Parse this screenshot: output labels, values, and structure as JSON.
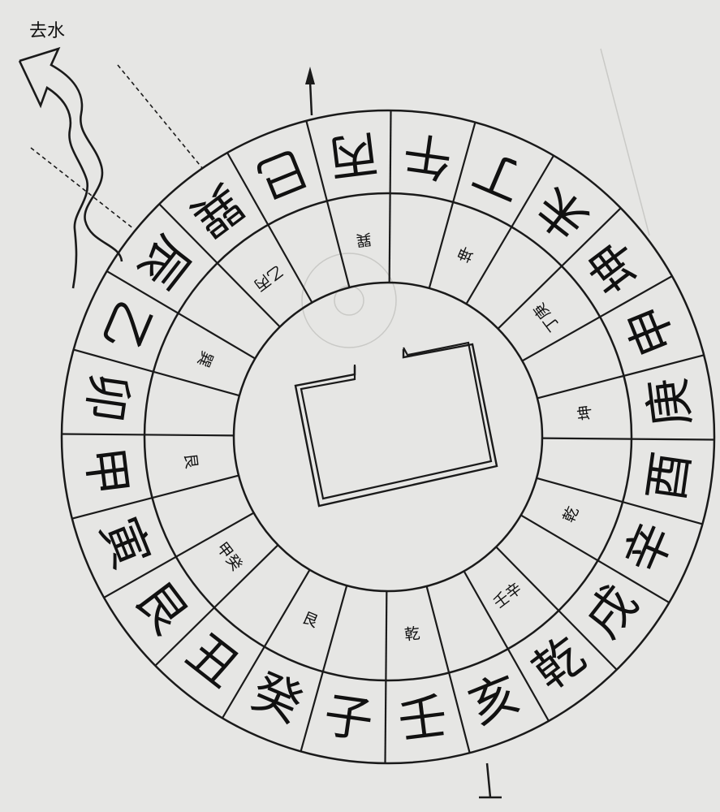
{
  "water_label": "去水",
  "outer_ring": [
    {
      "label": "午"
    },
    {
      "label": "丁"
    },
    {
      "label": "未"
    },
    {
      "label": "坤"
    },
    {
      "label": "申"
    },
    {
      "label": "庚"
    },
    {
      "label": "酉"
    },
    {
      "label": "辛"
    },
    {
      "label": "戌"
    },
    {
      "label": "乾"
    },
    {
      "label": "亥"
    },
    {
      "label": "壬"
    },
    {
      "label": "子"
    },
    {
      "label": "癸"
    },
    {
      "label": "丑"
    },
    {
      "label": "艮"
    },
    {
      "label": "寅"
    },
    {
      "label": "甲"
    },
    {
      "label": "卯"
    },
    {
      "label": "乙"
    },
    {
      "label": "辰"
    },
    {
      "label": "巽"
    },
    {
      "label": "巳"
    },
    {
      "label": "丙"
    }
  ],
  "inner_ring": [
    {
      "label": ""
    },
    {
      "label": "坤"
    },
    {
      "label": ""
    },
    {
      "label": "丁庚"
    },
    {
      "label": ""
    },
    {
      "label": "坤"
    },
    {
      "label": ""
    },
    {
      "label": "乾"
    },
    {
      "label": ""
    },
    {
      "label": "壬辛"
    },
    {
      "label": ""
    },
    {
      "label": "乾"
    },
    {
      "label": ""
    },
    {
      "label": "艮"
    },
    {
      "label": ""
    },
    {
      "label": "甲癸"
    },
    {
      "label": ""
    },
    {
      "label": "艮"
    },
    {
      "label": ""
    },
    {
      "label": "巽"
    },
    {
      "label": ""
    },
    {
      "label": "乙丙"
    },
    {
      "label": ""
    },
    {
      "label": "巽"
    }
  ]
}
